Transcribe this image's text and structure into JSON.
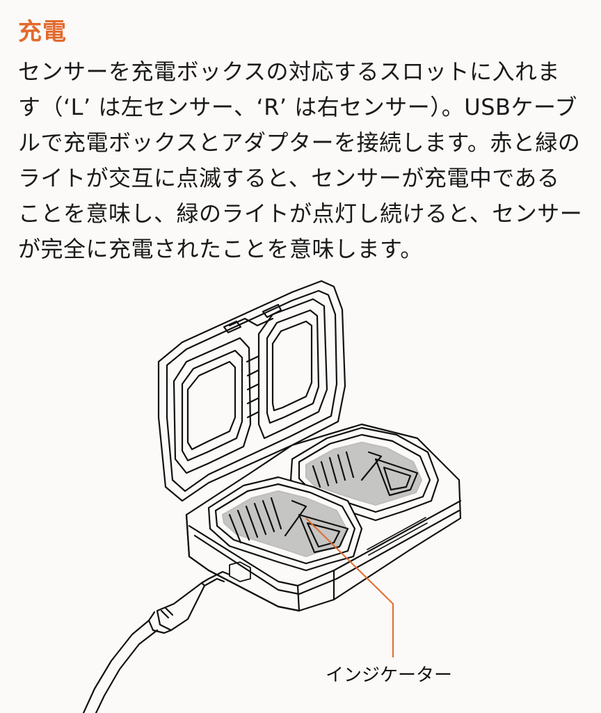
{
  "section": {
    "heading": "充電",
    "accent_color": "#e26a2c",
    "paragraph_lines": [
      "センサーを充電ボックスの対応するスロットに入れま",
      "す（‘L’ は左センサー、‘R’ は右センサー）。USBケーブ",
      "ルで充電ボックスとアダプターを接続します。赤と緑の",
      "ライトが交互に点滅すると、センサーが充電中である",
      "ことを意味し、緑のライトが点灯し続けると、センサー",
      "が完全に充電されたことを意味します。"
    ]
  },
  "figure": {
    "indicator_label": "インジケーター",
    "leader_line_color": "#e26a2c"
  }
}
